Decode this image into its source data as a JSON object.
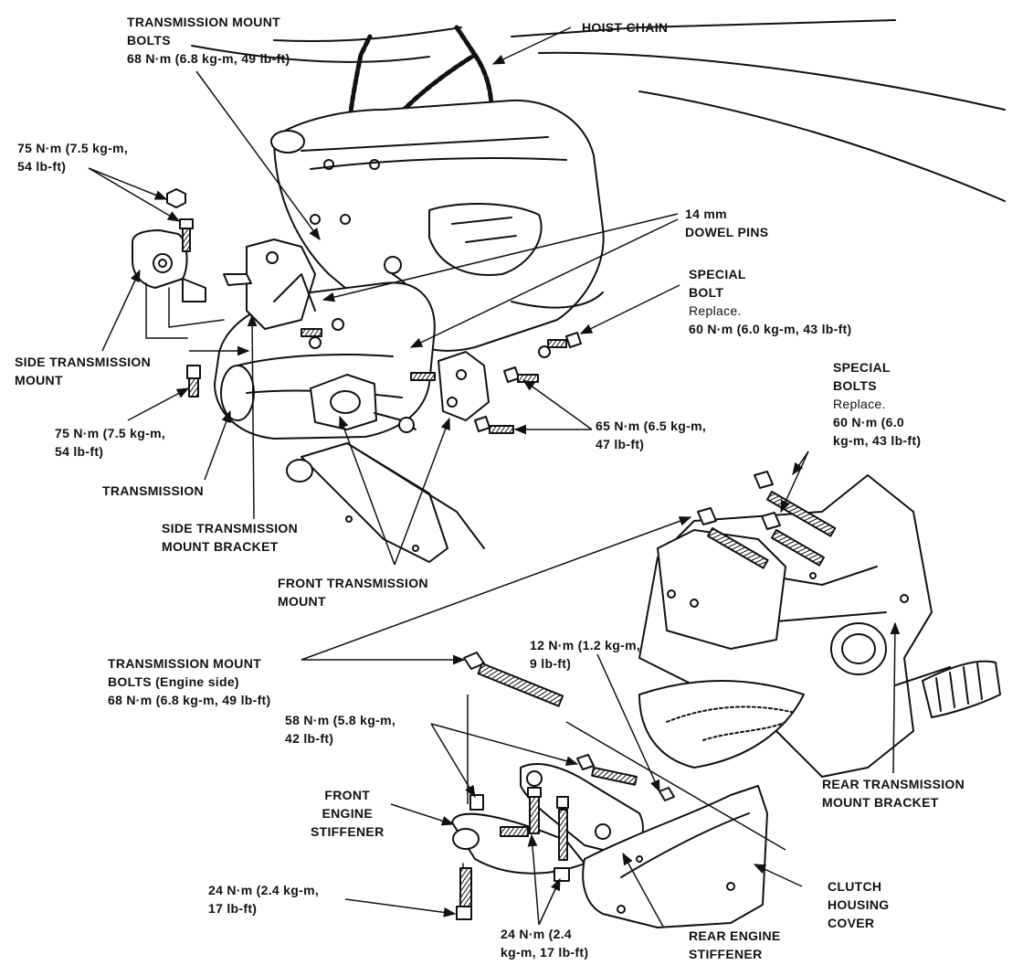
{
  "labels": {
    "trans_mount_bolts_top": {
      "l1": "TRANSMISSION MOUNT",
      "l2": "BOLTS",
      "l3": "68 N·m (6.8 kg-m, 49 lb-ft)"
    },
    "hoist_chain": {
      "l1": "HOIST CHAIN"
    },
    "torque_75_upper": {
      "l1": "75 N·m (7.5 kg-m,",
      "l2": "54 lb-ft)"
    },
    "dowel_pins": {
      "l1": "14 mm",
      "l2": "DOWEL PINS"
    },
    "special_bolt": {
      "l1": "SPECIAL",
      "l2": "BOLT",
      "l3": "Replace.",
      "l4": "60 N·m (6.0 kg-m, 43 lb-ft)"
    },
    "side_trans_mount": {
      "l1": "SIDE TRANSMISSION",
      "l2": "MOUNT"
    },
    "special_bolts": {
      "l1": "SPECIAL",
      "l2": "BOLTS",
      "l3": "Replace.",
      "l4": "60 N·m (6.0",
      "l5": "kg-m, 43 lb-ft)"
    },
    "torque_75_lower": {
      "l1": "75 N·m (7.5 kg-m,",
      "l2": "54 lb-ft)"
    },
    "torque_65": {
      "l1": "65 N·m (6.5 kg-m,",
      "l2": "47 lb-ft)"
    },
    "transmission": {
      "l1": "TRANSMISSION"
    },
    "side_trans_mount_bracket": {
      "l1": "SIDE TRANSMISSION",
      "l2": "MOUNT BRACKET"
    },
    "front_trans_mount": {
      "l1": "FRONT TRANSMISSION",
      "l2": "MOUNT"
    },
    "trans_mount_bolts_engine": {
      "l1": "TRANSMISSION MOUNT",
      "l2": "BOLTS (Engine side)",
      "l3": "68 N·m (6.8 kg-m, 49 lb-ft)"
    },
    "torque_12": {
      "l1": "12 N·m (1.2 kg-m,",
      "l2": "9 lb-ft)"
    },
    "torque_58": {
      "l1": "58 N·m (5.8 kg-m,",
      "l2": "42 lb-ft)"
    },
    "rear_trans_mount_bracket": {
      "l1": "REAR TRANSMISSION",
      "l2": "MOUNT BRACKET"
    },
    "front_engine_stiffener": {
      "l1": "FRONT",
      "l2": "ENGINE",
      "l3": "STIFFENER"
    },
    "clutch_housing_cover": {
      "l1": "CLUTCH",
      "l2": "HOUSING",
      "l3": "COVER"
    },
    "torque_24_left": {
      "l1": "24 N·m (2.4 kg-m,",
      "l2": "17 lb-ft)"
    },
    "torque_24_bottom": {
      "l1": "24 N·m (2.4",
      "l2": "kg-m, 17 lb-ft)"
    },
    "rear_engine_stiffener": {
      "l1": "REAR ENGINE",
      "l2": "STIFFENER"
    }
  },
  "colors": {
    "ink": "#111111",
    "paper": "#ffffff"
  }
}
